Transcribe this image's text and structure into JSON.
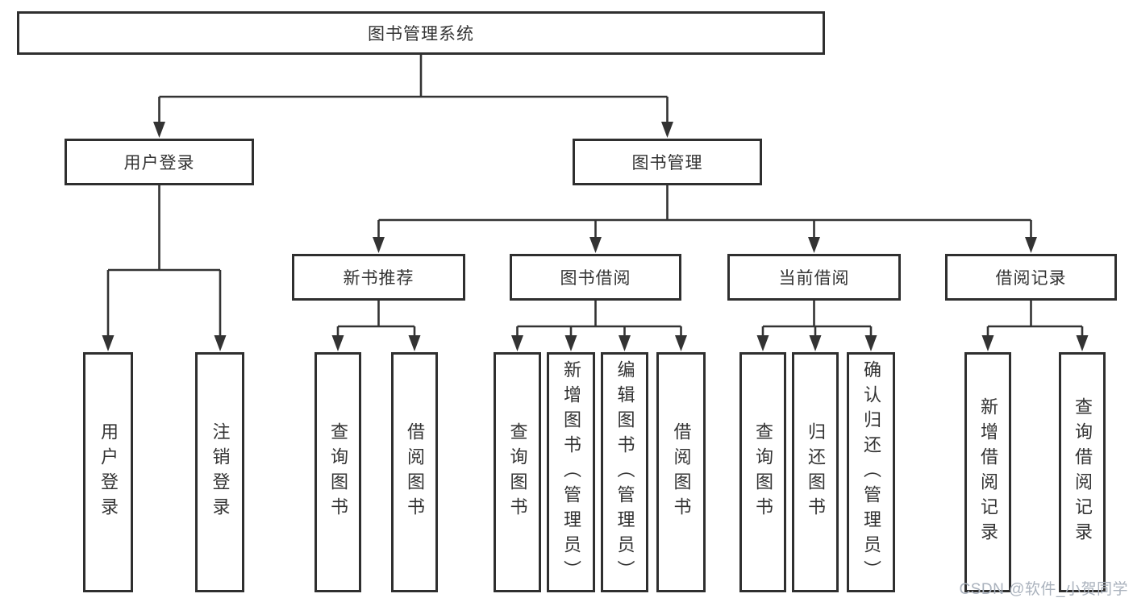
{
  "colors": {
    "background": "#ffffff",
    "box-fill": "#ffffff",
    "box-border": "#2f2f2f",
    "line": "#333333",
    "text": "#333333",
    "watermark": "#aab2bd"
  },
  "tree": {
    "root": {
      "label": "图书管理系统",
      "children": [
        {
          "label": "用户登录",
          "children": [
            {
              "label": "用户登录"
            },
            {
              "label": "注销登录"
            }
          ]
        },
        {
          "label": "图书管理",
          "children": [
            {
              "label": "新书推荐",
              "children": [
                {
                  "label": "查询图书"
                },
                {
                  "label": "借阅图书"
                }
              ]
            },
            {
              "label": "图书借阅",
              "children": [
                {
                  "label": "查询图书"
                },
                {
                  "label": "新增图书（管理员）"
                },
                {
                  "label": "编辑图书（管理员）"
                },
                {
                  "label": "借阅图书"
                }
              ]
            },
            {
              "label": "当前借阅",
              "children": [
                {
                  "label": "查询图书"
                },
                {
                  "label": "归还图书"
                },
                {
                  "label": "确认归还（管理员）"
                }
              ]
            },
            {
              "label": "借阅记录",
              "children": [
                {
                  "label": "新增借阅记录"
                },
                {
                  "label": "查询借阅记录"
                }
              ]
            }
          ]
        }
      ]
    }
  },
  "watermark": {
    "text": "CSDN @软件_小贺同学"
  }
}
